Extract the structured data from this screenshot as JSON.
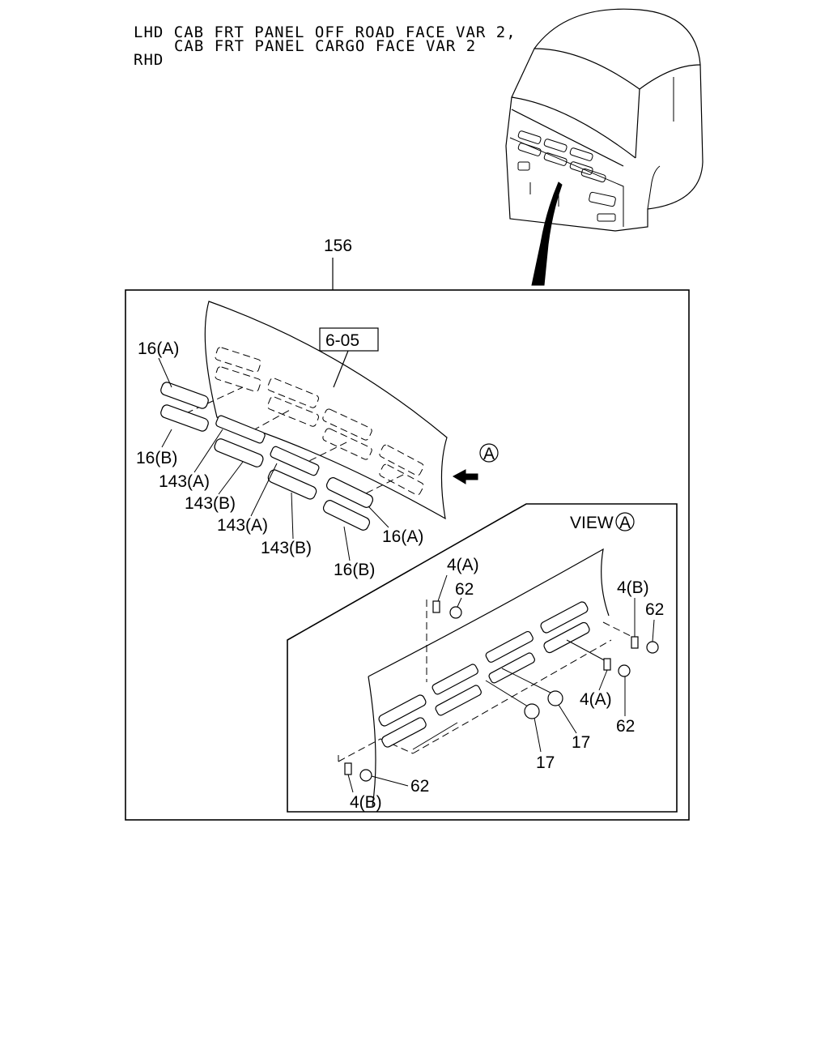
{
  "header": {
    "line1": "LHD CAB FRT PANEL OFF ROAD FACE VAR 2,",
    "line2": "CAB FRT PANEL CARGO FACE VAR 2",
    "line3": "RHD"
  },
  "callouts": {
    "main_part": "156",
    "ref_box": "6-05",
    "view_marker": "A",
    "view_label": "VIEW",
    "view_circle": "A"
  },
  "main_labels": {
    "l16a_top": "16(A)",
    "l16b_left": "16(B)",
    "l143a_1": "143(A)",
    "l143b_1": "143(B)",
    "l143a_2": "143(A)",
    "l143b_2": "143(B)",
    "l16a_right": "16(A)",
    "l16b_bottom": "16(B)"
  },
  "view_labels": {
    "l4a_top": "4(A)",
    "l62_top": "62",
    "l4b_right": "4(B)",
    "l62_right": "62",
    "l4a_mid": "4(A)",
    "l62_mid": "62",
    "l17_a": "17",
    "l17_b": "17",
    "l62_bottom": "62",
    "l4b_bottom": "4(B)"
  }
}
